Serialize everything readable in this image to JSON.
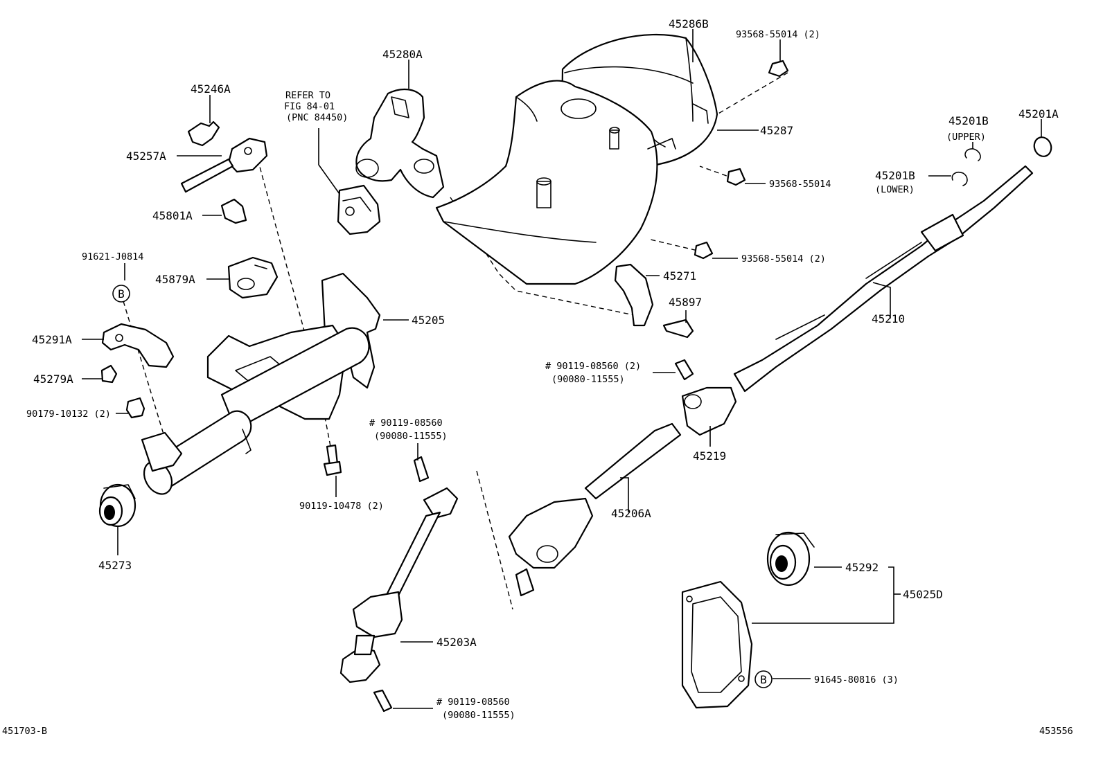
{
  "figure_code_left": "451703-B",
  "figure_code_right": "453556",
  "refer": {
    "line1": "REFER TO",
    "line2": "FIG 84-01",
    "line3": "(PNC 84450)"
  },
  "marker_b": "B",
  "parts": {
    "p45286B": "45286B",
    "p93568_55014_2_top": "93568-55014 (2)",
    "p45280A": "45280A",
    "p45246A": "45246A",
    "p45287": "45287",
    "p45201B_upper": "45201B",
    "p45201B_upper_note": "(UPPER)",
    "p45201A": "45201A",
    "p45257A": "45257A",
    "p45201B_lower": "45201B",
    "p45201B_lower_note": "(LOWER)",
    "p93568_55014_mid": "93568-55014",
    "p45801A": "45801A",
    "p91621_J0814": "91621-J0814",
    "p93568_55014_2_low": "93568-55014 (2)",
    "p45879A": "45879A",
    "p45271": "45271",
    "p45897": "45897",
    "p45205": "45205",
    "p45210": "45210",
    "p45291A": "45291A",
    "p45279A": "45279A",
    "p90119_08560_2_a": "# 90119-08560 (2)",
    "p90080_11555_a": "(90080-11555)",
    "p90179_10132_2": "90179-10132 (2)",
    "p90119_08560_b": "# 90119-08560",
    "p90080_11555_b": "(90080-11555)",
    "p45219": "45219",
    "p90119_10478_2": "90119-10478 (2)",
    "p45206A": "45206A",
    "p45273": "45273",
    "p45292": "45292",
    "p45025D": "45025D",
    "p45203A": "45203A",
    "p91645_80816_3": "91645-80816 (3)",
    "p90119_08560_c": "# 90119-08560",
    "p90080_11555_c": "(90080-11555)"
  }
}
